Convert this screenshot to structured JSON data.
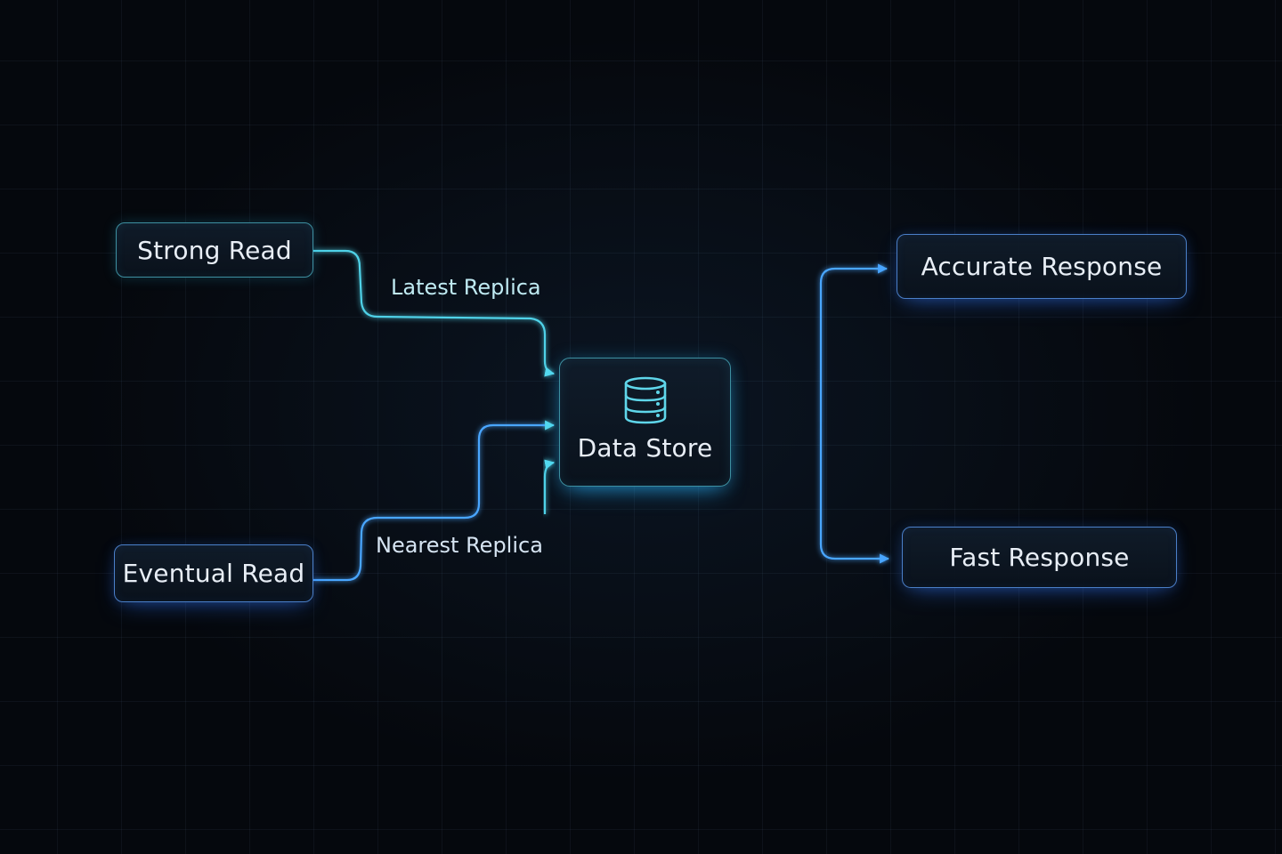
{
  "nodes": {
    "strong_read": "Strong Read",
    "eventual_read": "Eventual Read",
    "data_store": "Data Store",
    "accurate_response": "Accurate Response",
    "fast_response": "Fast Response"
  },
  "edges": {
    "latest_replica": "Latest Replica",
    "nearest_replica": "Nearest Replica"
  },
  "icons": {
    "store": "database-icon"
  },
  "colors": {
    "background": "#05080d",
    "teal_wire": "#4fd2e8",
    "blue_wire": "#4aa6ff",
    "node_border": "#3f6fa8",
    "text": "#e8eef6"
  }
}
